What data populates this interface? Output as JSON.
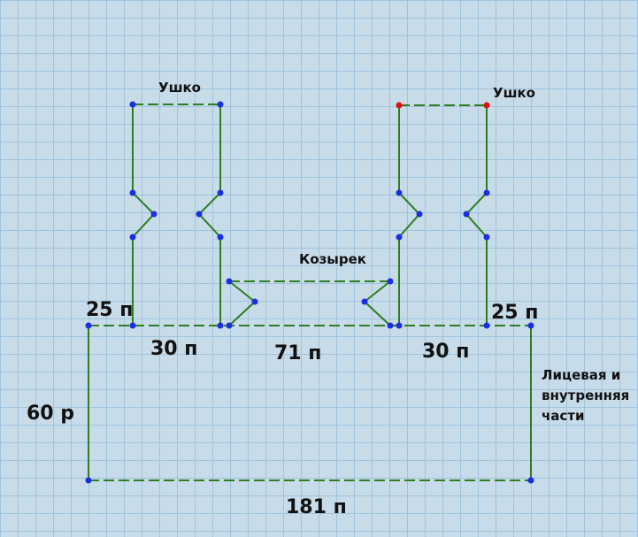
{
  "labels": {
    "ear_left": "Ушко",
    "ear_right": "Ушко",
    "visor": "Козырек",
    "seg_left_edge": "25 п",
    "seg_right_edge": "25 п",
    "seg_left_30": "30 п",
    "seg_middle": "71 п",
    "seg_right_30": "30 п",
    "height": "60 р",
    "bottom": "181 п",
    "face_parts_line1": "Лицевая и",
    "face_parts_line2": "внутренняя",
    "face_parts_line3": "части"
  },
  "colors": {
    "background": "#c8dbe9",
    "grid": "#9fc3dd",
    "line": "#2e7d1e",
    "point": "#1a2fe0",
    "point_highlight": "#e01010"
  }
}
